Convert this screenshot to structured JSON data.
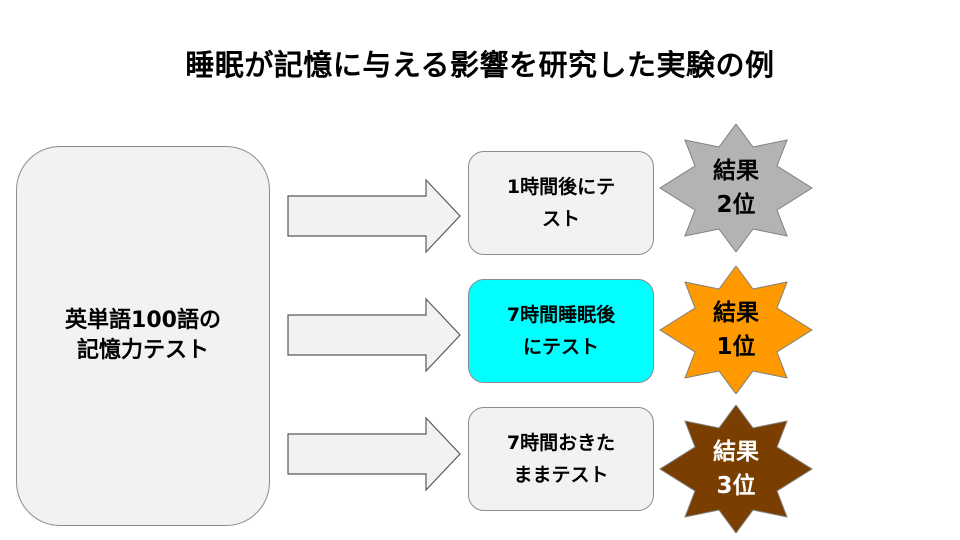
{
  "title": "睡眠が記憶に与える影響を研究した実験の例",
  "source": {
    "label": "英単語100語の\n記憶力テスト"
  },
  "conditions": [
    {
      "label": "1時間後にテ\nスト",
      "result": "結果\n2位",
      "box_fill": "#f2f2f2",
      "star_fill": "#b3b3b3",
      "result_color": "#000000"
    },
    {
      "label": "7時間睡眠後\nにテスト",
      "result": "結果\n1位",
      "box_fill": "#00ffff",
      "star_fill": "#ff9900",
      "result_color": "#000000"
    },
    {
      "label": "7時間おきた\nままテスト",
      "result": "結果\n3位",
      "box_fill": "#f2f2f2",
      "star_fill": "#7a3f00",
      "result_color": "#ffffff"
    }
  ],
  "colors": {
    "box_border": "#8c8c8c",
    "arrow_fill": "#f2f2f2",
    "arrow_stroke": "#595959"
  }
}
